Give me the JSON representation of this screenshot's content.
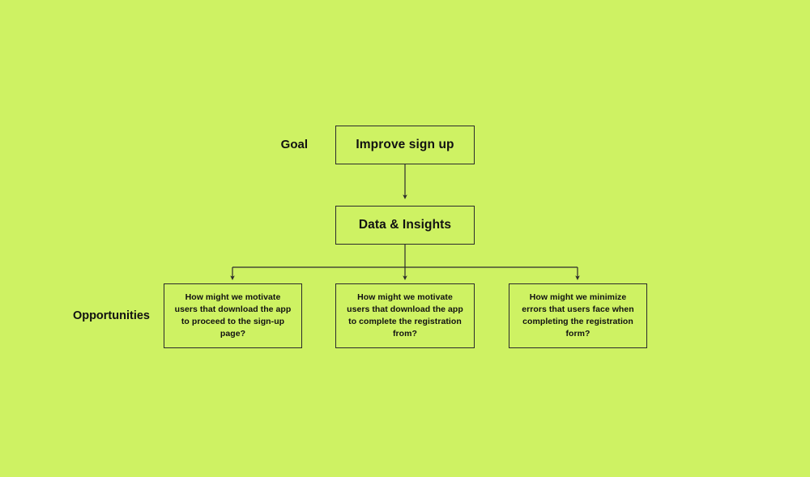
{
  "diagram": {
    "type": "opportunity-solution-tree",
    "background_color": "#cef263",
    "stroke_color": "#2b2b2b",
    "text_color": "#111111",
    "row_labels": {
      "goal": "Goal",
      "opportunities": "Opportunities"
    },
    "nodes": {
      "goal": "Improve sign up",
      "data_insights": "Data & Insights",
      "opportunity_1": "How might we motivate users that download the app to proceed to the sign-up page?",
      "opportunity_2": "How might we motivate users that download the app to complete the registration from?",
      "opportunity_3": "How might we minimize errors that users face when completing the registration form?"
    },
    "connectors": [
      {
        "name": "goal-to-data",
        "from": "goal",
        "to": "data_insights",
        "style": "straight-arrow"
      },
      {
        "name": "data-to-opportunity-1",
        "from": "data_insights",
        "to": "opportunity_1",
        "style": "elbow-arrow"
      },
      {
        "name": "data-to-opportunity-2",
        "from": "data_insights",
        "to": "opportunity_2",
        "style": "straight-arrow"
      },
      {
        "name": "data-to-opportunity-3",
        "from": "data_insights",
        "to": "opportunity_3",
        "style": "elbow-arrow"
      }
    ]
  }
}
